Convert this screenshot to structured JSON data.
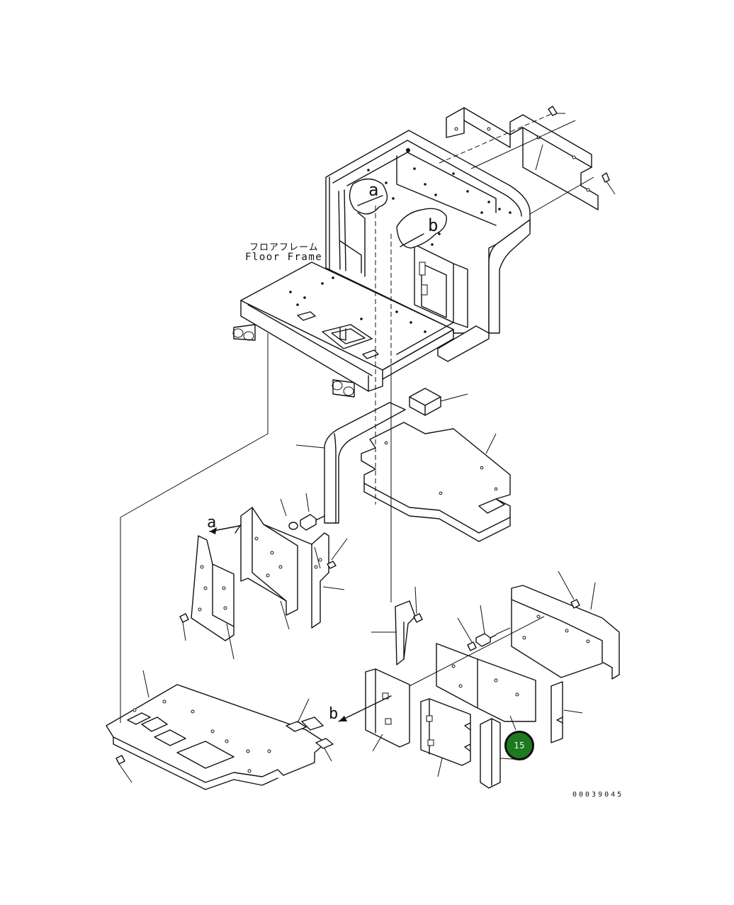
{
  "frame_label_jp": "フロアフレーム",
  "frame_label_en": "Floor Frame",
  "view_labels": {
    "a_top": "a",
    "b_top": "b",
    "a_detail": "a",
    "b_detail": "b"
  },
  "callout": {
    "number": "15",
    "color": "#1e7a1e"
  },
  "drawing_number": "00039045"
}
